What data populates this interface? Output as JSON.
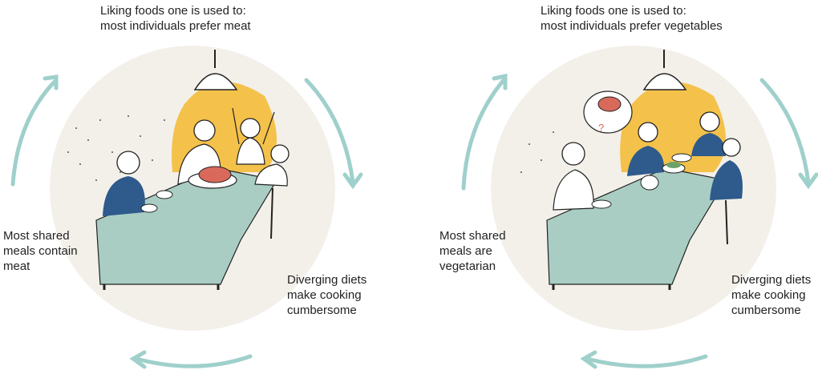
{
  "panels": [
    {
      "id": "meat",
      "top_text": [
        "Liking foods one is used to:",
        "most individuals prefer meat"
      ],
      "left_text": [
        "Most shared",
        "meals contain",
        "meat"
      ],
      "right_text": [
        "Diverging diets",
        "make cooking",
        "cumbersome"
      ]
    },
    {
      "id": "vegetables",
      "top_text": [
        "Liking foods one is used to:",
        "most individuals prefer vegetables"
      ],
      "left_text": [
        "Most shared",
        "meals are",
        "vegetarian"
      ],
      "right_text": [
        "Diverging diets",
        "make cooking",
        "cumbersome"
      ]
    }
  ],
  "colors": {
    "circle_bg": "#f3f0ea",
    "arrow": "#9fd0cb",
    "lamp_glow": "#f4c14a",
    "tablecloth": "#a9cdc3",
    "shirt_blue": "#2e5a8c",
    "ink": "#222222"
  }
}
